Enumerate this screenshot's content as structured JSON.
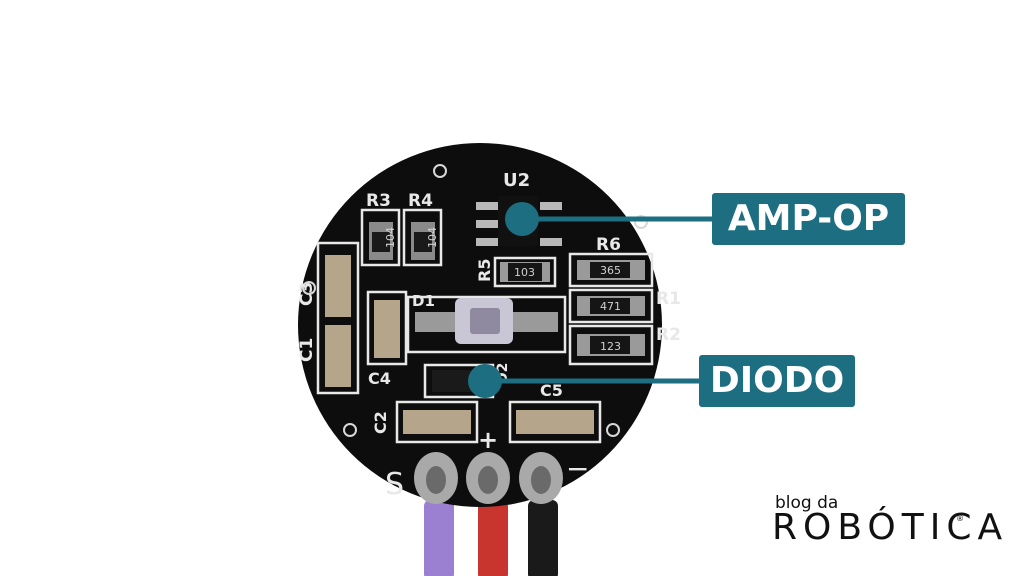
{
  "callouts": {
    "amp_op": "AMP-OP",
    "diodo": "DIODO"
  },
  "silkscreen": {
    "u2": "U2",
    "r3": "R3",
    "r4": "R4",
    "r5": "R5",
    "r6": "R6",
    "r1": "R1",
    "r2": "R2",
    "c1": "C1",
    "c2": "C2",
    "c3": "C3",
    "c4": "C4",
    "c5": "C5",
    "d1": "D1",
    "d2": "D2",
    "s": "S",
    "plus": "+",
    "minus": "−",
    "code_104a": "104",
    "code_104b": "104",
    "code_103": "103",
    "code_365": "365",
    "code_471": "471",
    "code_123": "123"
  },
  "brand": {
    "tagline": "blog da",
    "name": "ROBÓTICA",
    "registered": "®"
  },
  "colors": {
    "callout_bg": "#1c6e80",
    "callout_dot": "#1c6e80",
    "board": "#0d0d0d",
    "silk": "#e8e8e8",
    "wire_purple": "#9b7fd1",
    "wire_red": "#c8342e",
    "wire_black": "#1a1a1a"
  }
}
